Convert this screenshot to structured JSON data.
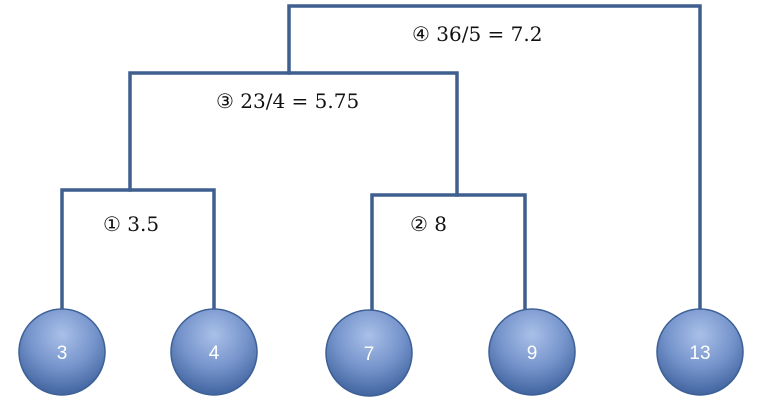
{
  "leaves": [
    {
      "id": "leaf-3",
      "label": "3"
    },
    {
      "id": "leaf-4",
      "label": "4"
    },
    {
      "id": "leaf-7",
      "label": "7"
    },
    {
      "id": "leaf-9",
      "label": "9"
    },
    {
      "id": "leaf-13",
      "label": "13"
    }
  ],
  "merges": [
    {
      "id": "merge-1",
      "label": "① 3.5"
    },
    {
      "id": "merge-2",
      "label": "② 8"
    },
    {
      "id": "merge-3",
      "label": "③ 23/4 = 5.75"
    },
    {
      "id": "merge-4",
      "label": "④ 36/5 = 7.2"
    }
  ],
  "colors": {
    "link": "#3f5f8f",
    "leaf_light": "#9db5e2",
    "leaf_dark": "#4a70ad"
  }
}
